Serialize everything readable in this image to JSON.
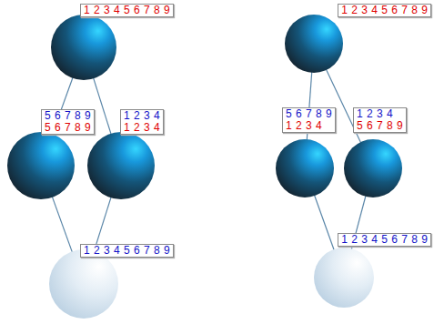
{
  "diagram": {
    "nodes": [
      {
        "text": [
          "1 2 3 4 5 6 7 8 9"
        ]
      },
      {
        "text": [
          "5 6 7 8 9",
          "5 6 7 8 9"
        ]
      },
      {
        "text": [
          "1 2 3 4",
          "1 2 3 4"
        ]
      },
      {
        "text": [
          "1 2 3 4 5 6 7 8 9"
        ]
      },
      {
        "text": [
          "1 2 3 4 5 6 7 8 9"
        ]
      },
      {
        "text": [
          "5 6 7 8 9",
          "1 2 3 4"
        ]
      },
      {
        "text": [
          "1 2 3 4",
          "5 6 7 8 9"
        ]
      },
      {
        "text": [
          "1 2 3 4 5 6 7 8 9"
        ]
      }
    ],
    "edges": [
      {
        "from": 0,
        "to": 1,
        "arrow": "none"
      },
      {
        "from": 0,
        "to": 2,
        "arrow": "none"
      },
      {
        "from": 1,
        "to": 3,
        "arrow": "none"
      },
      {
        "from": 2,
        "to": 3,
        "arrow": "none"
      },
      {
        "from": 4,
        "to": 5,
        "arrow": "none"
      },
      {
        "from": 4,
        "to": 6,
        "arrow": "none"
      },
      {
        "from": 5,
        "to": 7,
        "arrow": "none"
      },
      {
        "from": 6,
        "to": 7,
        "arrow": "none"
      }
    ]
  }
}
